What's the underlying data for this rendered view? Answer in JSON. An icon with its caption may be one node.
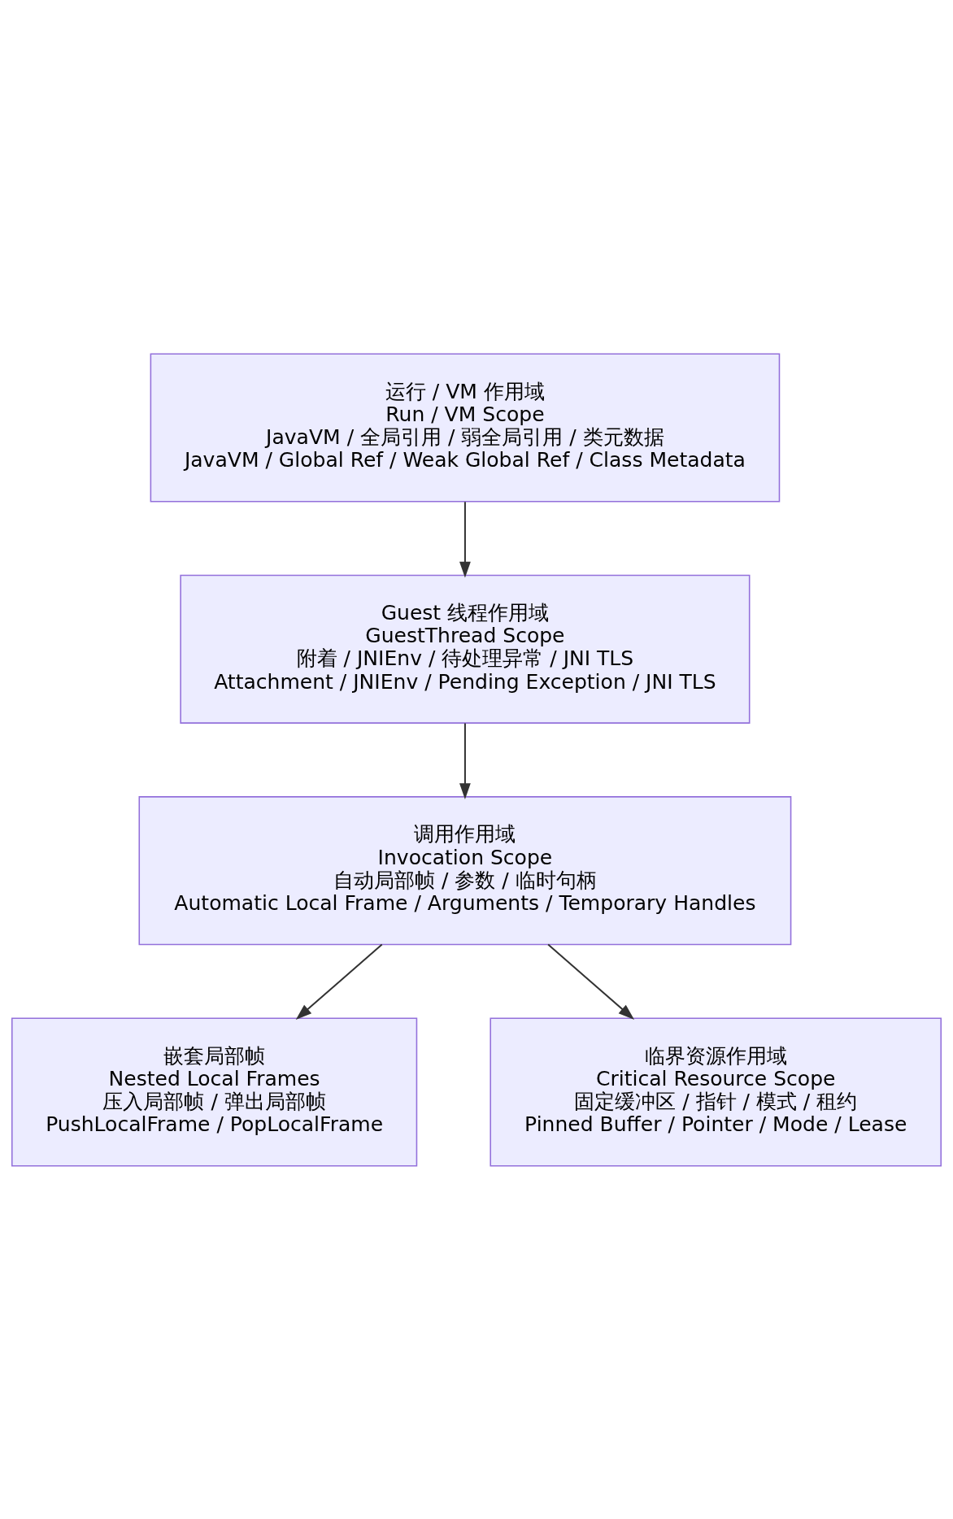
{
  "diagram": {
    "nodes": [
      {
        "text": [
          "运行 / VM 作用域",
          "Run / VM Scope",
          "JavaVM / 全局引用 / 弱全局引用 / 类元数据",
          "JavaVM / Global Ref / Weak Global Ref / Class Metadata"
        ]
      },
      {
        "text": [
          "Guest 线程作用域",
          "GuestThread Scope",
          "附着 / JNIEnv / 待处理异常 / JNI TLS",
          "Attachment / JNIEnv / Pending Exception / JNI TLS"
        ]
      },
      {
        "text": [
          "调用作用域",
          "Invocation Scope",
          "自动局部帧 / 参数 / 临时句柄",
          "Automatic Local Frame / Arguments / Temporary Handles"
        ]
      },
      {
        "text": [
          "嵌套局部帧",
          "Nested Local Frames",
          "压入局部帧 / 弹出局部帧",
          "PushLocalFrame / PopLocalFrame"
        ]
      },
      {
        "text": [
          "临界资源作用域",
          "Critical Resource Scope",
          "固定缓冲区 / 指针 / 模式 / 租约",
          "Pinned Buffer / Pointer / Mode / Lease"
        ]
      }
    ],
    "edges": [
      {
        "from": 0,
        "to": 1,
        "arrow": "to"
      },
      {
        "from": 1,
        "to": 2,
        "arrow": "to"
      },
      {
        "from": 2,
        "to": 3,
        "arrow": "to"
      },
      {
        "from": 2,
        "to": 4,
        "arrow": "to"
      }
    ]
  }
}
